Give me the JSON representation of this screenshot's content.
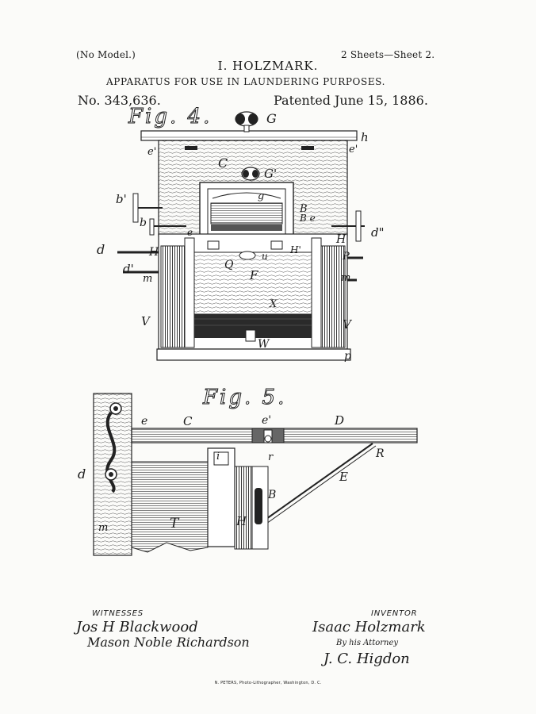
{
  "header": {
    "model_note": "(No Model.)",
    "sheets": "2 Sheets—Sheet 2.",
    "inventor_name": "I. HOLZMARK.",
    "title": "APPARATUS FOR USE IN LAUNDERING PURPOSES.",
    "patent_number": "No. 343,636.",
    "patented_date": "Patented June 15, 1886."
  },
  "figures": {
    "fig4_label": "Fig. 4.",
    "fig5_label": "Fig. 5."
  },
  "fig4_refs": {
    "G": "G",
    "h": "h",
    "e_prime_left": "e'",
    "e_prime_right": "e'",
    "C": "C",
    "G_prime": "G'",
    "g": "g",
    "B": "B",
    "B_e": "B e",
    "b_prime": "b'",
    "b": "b",
    "e": "e",
    "H_left": "H",
    "H_right": "H",
    "d_double_prime": "d\"",
    "d": "d",
    "H_prime": "H'",
    "u": "u",
    "Q": "Q",
    "F": "F",
    "P": "P",
    "d_prime": "d'",
    "m_left": "m",
    "m_right": "m",
    "X": "X",
    "V_left": "V",
    "V_right": "V",
    "W": "W",
    "p": "p"
  },
  "fig5_refs": {
    "e": "e",
    "C": "C",
    "e_prime": "e'",
    "D": "D",
    "r": "r",
    "R": "R",
    "d": "d",
    "i": "i",
    "E": "E",
    "B": "B",
    "T": "T",
    "H": "H",
    "m": "m"
  },
  "signatures": {
    "witnesses_label": "WITNESSES",
    "witness_1": "Jos H Blackwood",
    "witness_2": "Mason Noble Richardson",
    "inventor_label": "INVENTOR",
    "inventor_signature": "Isaac Holzmark",
    "by_attorney": "By his Attorney",
    "attorney_signature": "J. C. Higdon"
  },
  "footer": {
    "printer": "N. PETERS, Photo-Lithographer, Washington, D. C."
  }
}
